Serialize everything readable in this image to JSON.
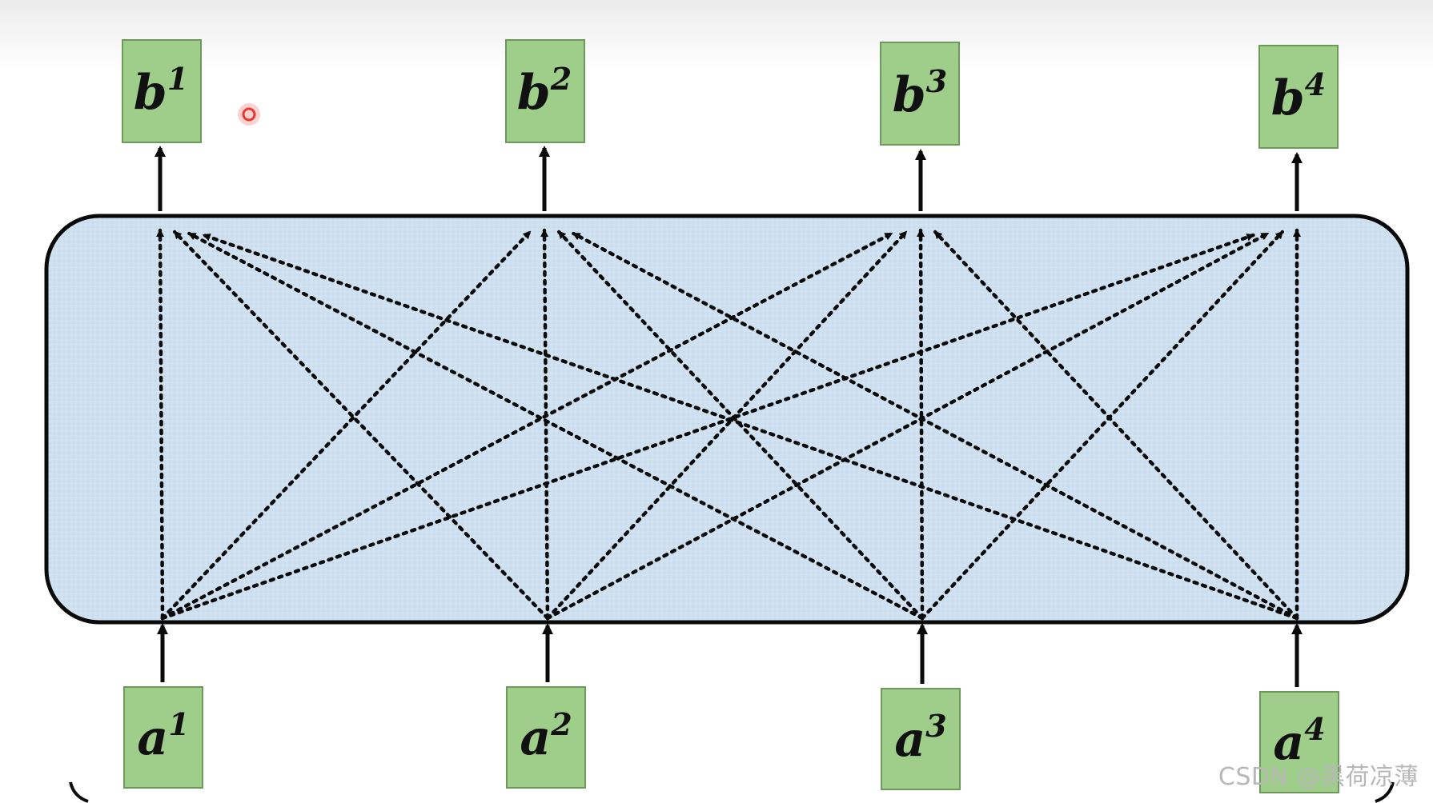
{
  "outputs": [
    {
      "base": "b",
      "sup": "1"
    },
    {
      "base": "b",
      "sup": "2"
    },
    {
      "base": "b",
      "sup": "3"
    },
    {
      "base": "b",
      "sup": "4"
    }
  ],
  "inputs": [
    {
      "base": "a",
      "sup": "1"
    },
    {
      "base": "a",
      "sup": "2"
    },
    {
      "base": "a",
      "sup": "3"
    },
    {
      "base": "a",
      "sup": "4"
    }
  ],
  "colors": {
    "node_fill": "#9fcd8a",
    "node_border": "#6d9a5b",
    "layer_fill": "#cfe1f1",
    "layer_border": "#0a0a0a",
    "pointer_dot": "#e53935",
    "arrow": "#0a0a0a"
  },
  "watermark": "CSDN @黑荷凉薄"
}
